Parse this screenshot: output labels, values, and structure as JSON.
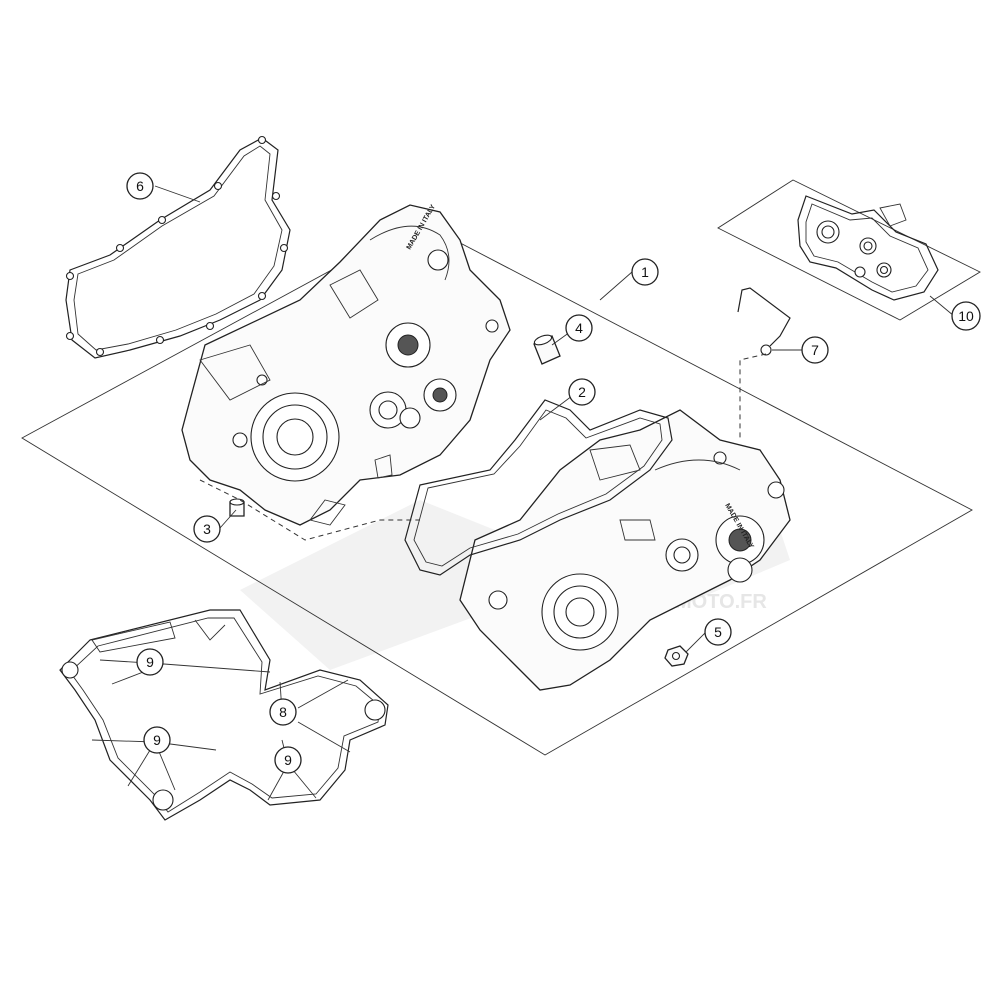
{
  "diagram": {
    "callouts": [
      {
        "id": "c1",
        "label": "1"
      },
      {
        "id": "c2",
        "label": "2"
      },
      {
        "id": "c3",
        "label": "3"
      },
      {
        "id": "c4",
        "label": "4"
      },
      {
        "id": "c5",
        "label": "5"
      },
      {
        "id": "c6",
        "label": "6"
      },
      {
        "id": "c7",
        "label": "7"
      },
      {
        "id": "c8",
        "label": "8"
      },
      {
        "id": "c9a",
        "label": "9"
      },
      {
        "id": "c9b",
        "label": "9"
      },
      {
        "id": "c9c",
        "label": "9"
      },
      {
        "id": "c10",
        "label": "10"
      }
    ],
    "stamps": {
      "left_case": "MADE IN ITALY",
      "right_case": "MADE IN ITALY"
    },
    "watermark": "MOTO.FR"
  }
}
